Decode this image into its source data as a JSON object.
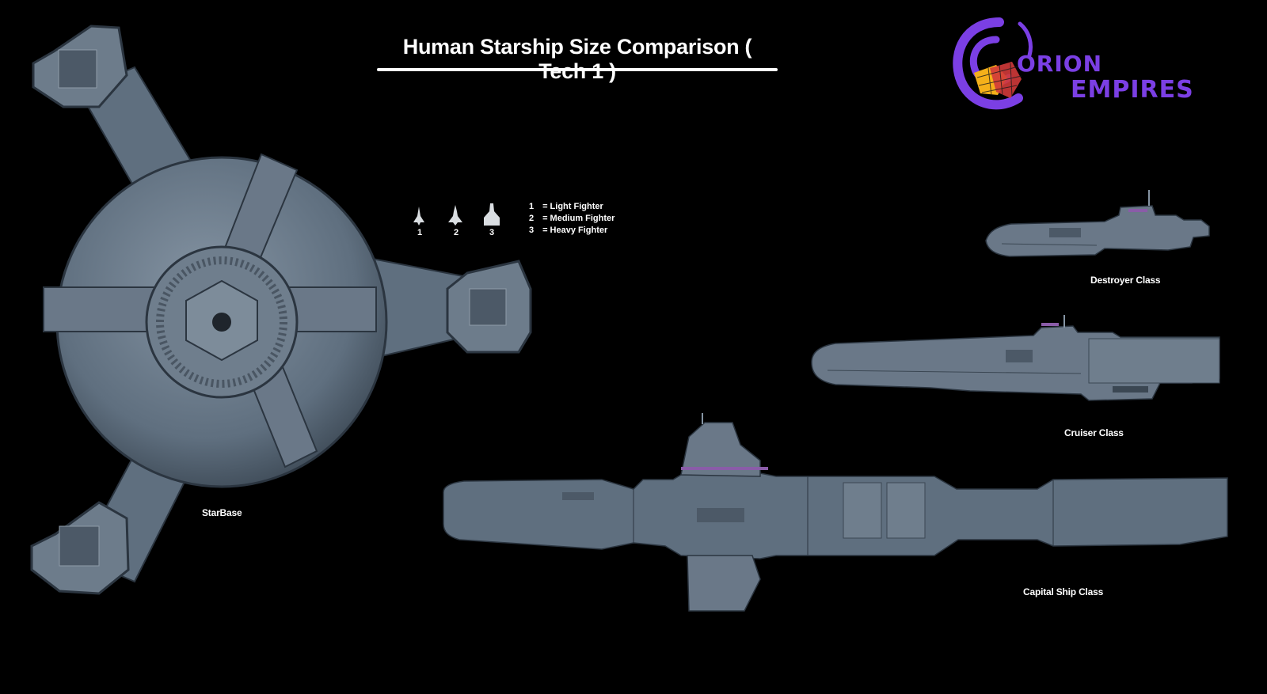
{
  "title": "Human Starship Size Comparison ( Tech 1 )",
  "logo": {
    "line1": "ORION",
    "line2": "EMPIRES",
    "color": "#7b3fe4"
  },
  "legend": [
    {
      "num": "1",
      "label": "= Light Fighter"
    },
    {
      "num": "2",
      "label": "= Medium Fighter"
    },
    {
      "num": "3",
      "label": "= Heavy Fighter"
    }
  ],
  "fighters": [
    "1",
    "2",
    "3"
  ],
  "ships": {
    "starbase": "StarBase",
    "destroyer": "Destroyer Class",
    "cruiser": "Cruiser Class",
    "capital": "Capital Ship Class"
  },
  "colors": {
    "hull": "#5f6f7f",
    "hull_light": "#8594a3",
    "hull_dark": "#3b4753",
    "background": "#000000"
  }
}
